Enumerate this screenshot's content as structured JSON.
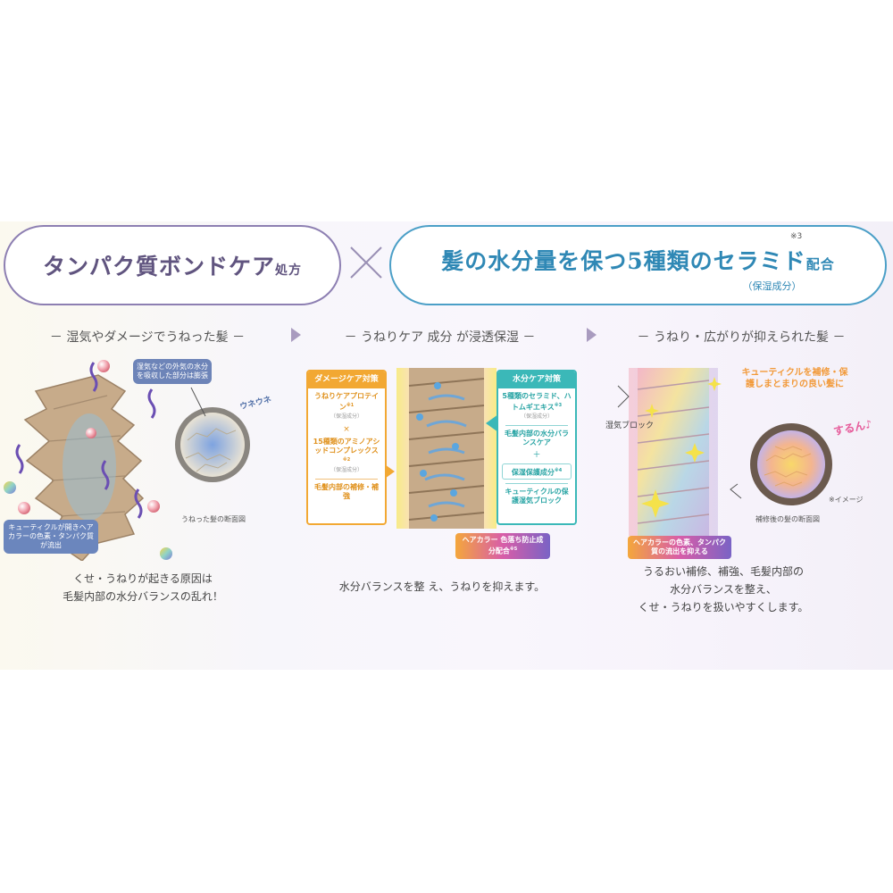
{
  "header": {
    "left_title": "タンパク質ボンドケア",
    "left_title_suffix": "処方",
    "times_symbol": "×",
    "right_title": "髪の水分量を保つ5種類のセラミド",
    "right_title_suffix": "配合",
    "right_note": "※3",
    "right_sub": "（保湿成分）"
  },
  "col1": {
    "heading": "－ 湿気やダメージでうねった髪 －",
    "bubble_top": "湿気などの外気の水分を吸収した部分は膨張",
    "wave_text": "ウネウネ",
    "section_label": "うねった髪の断面図",
    "bubble_bottom": "キューティクルが開きヘアカラーの色素・タンパク質が流出",
    "caption_line1": "くせ・うねりが起きる原因は",
    "caption_line2": "毛髪内部の水分バランスの乱れ！"
  },
  "col2": {
    "heading": "－ うねりケア 成分 が浸透保湿 －",
    "card_left": {
      "header": "ダメージケア対策",
      "item1": "うねりケアプロテイン",
      "item1_note": "※1",
      "item1_sub": "（保湿成分）",
      "sep": "×",
      "item2": "15種類のアミノアシッドコンプレックス",
      "item2_note": "※2",
      "item2_sub": "（保湿成分）",
      "item3": "毛髪内部の補修・補強"
    },
    "card_right": {
      "header": "水分ケア対策",
      "item1": "5種類のセラミド、ハトムギエキス",
      "item1_note": "※3",
      "item1_sub": "（保湿成分）",
      "item2": "毛髪内部の水分バランスケア",
      "sep": "＋",
      "item3": "保湿保護成分",
      "item3_note": "※4",
      "item4": "キューティクルの保護湿気ブロック"
    },
    "tag": "ヘアカラー 色落ち防止成分配合",
    "tag_note": "※5",
    "caption": "水分バランスを整 え、うねりを抑えます。"
  },
  "col3": {
    "heading": "－ うねり・広がりが抑えられた髪 －",
    "humid_label": "湿気ブロック",
    "orange_text": "キューティクルを補修・保護しまとまりの良い髪に",
    "pink_text": "するん♪",
    "image_note": "※イメージ",
    "section_label": "補修後の髪の断面図",
    "tag": "ヘアカラーの色素、タンパク質の流出を抑える",
    "caption_line1": "うるおい補修、補強、毛髪内部の",
    "caption_line2": "水分バランスを整え、",
    "caption_line3": "くせ・うねりを扱いやすくします。"
  },
  "colors": {
    "purple_border": "#8d7fb2",
    "blue_border": "#4b9fc7",
    "orange": "#f2a833",
    "teal": "#3bb8b8"
  }
}
